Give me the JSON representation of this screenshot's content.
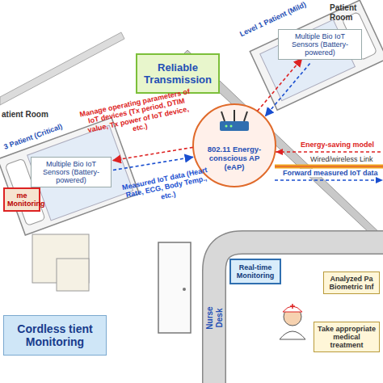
{
  "diagram": {
    "nodes": [
      {
        "text": [
          "Reliable Transmission"
        ]
      },
      {
        "text": [
          "Multiple Bio IoT Sensors (Battery-powered)"
        ]
      },
      {
        "text": [
          "Multiple Bio IoT Sensors (Battery-powered)"
        ]
      },
      {
        "text": [
          "802.11 Energy-conscious AP (eAP)"
        ]
      },
      {
        "text": [
          "Real-time Monitoring"
        ]
      },
      {
        "text": [
          "Analyzed Pa Biometric Inf"
        ]
      },
      {
        "text": [
          "Take appropriate medical treatment"
        ]
      },
      {
        "text": [
          "Cordless tient Monitoring"
        ]
      },
      {
        "text": [
          "me Monitoring"
        ]
      }
    ],
    "edges": [
      {
        "from": 3,
        "to": 1,
        "arrow": "to"
      },
      {
        "from": 1,
        "to": 3,
        "arrow": "to"
      },
      {
        "from": 3,
        "to": 2,
        "label": "Manage operating parameters of IoT devices (Tx period, DTIM value, Tx power of IoT device, etc.)",
        "arrow": "to"
      },
      {
        "from": 2,
        "to": 3,
        "label": "Measured IoT data (Heart Rate, ECG, Body Temp., etc.)",
        "arrow": "to"
      }
    ],
    "labels": [
      "Patient Room",
      "Level 1 Patient (Mild)",
      "atient Room",
      "3 Patient (Critical)",
      "Energy-saving model",
      "Wired/wireless Link",
      "Forward measured IoT data",
      "Nurse Desk"
    ]
  }
}
